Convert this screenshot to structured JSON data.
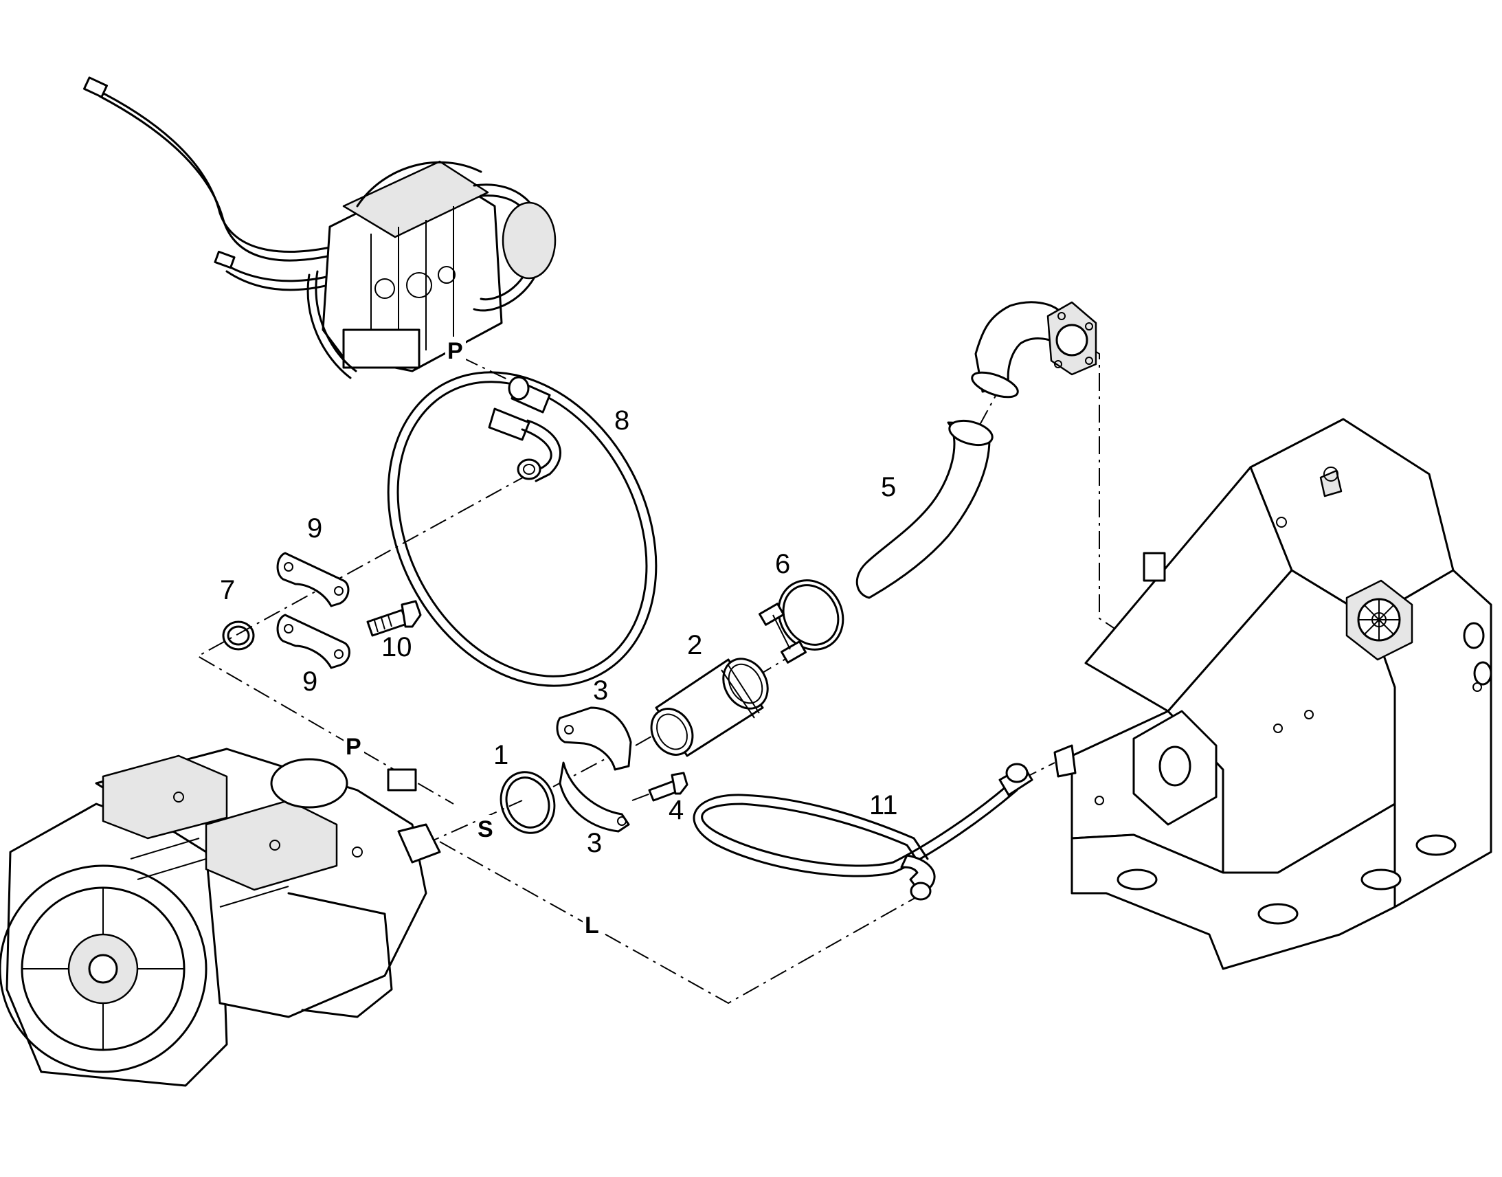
{
  "callouts": {
    "c1": "1",
    "c2": "2",
    "c3a": "3",
    "c3b": "3",
    "c4": "4",
    "c5": "5",
    "c6": "6",
    "c7": "7",
    "c8": "8",
    "c9a": "9",
    "c9b": "9",
    "c10": "10",
    "c11": "11"
  },
  "connection_letters": {
    "p_top": "P",
    "p_mid": "P",
    "s": "S",
    "l": "L"
  },
  "colors": {
    "line": "#000000",
    "background": "#ffffff",
    "shade": "#e6e6e6"
  }
}
